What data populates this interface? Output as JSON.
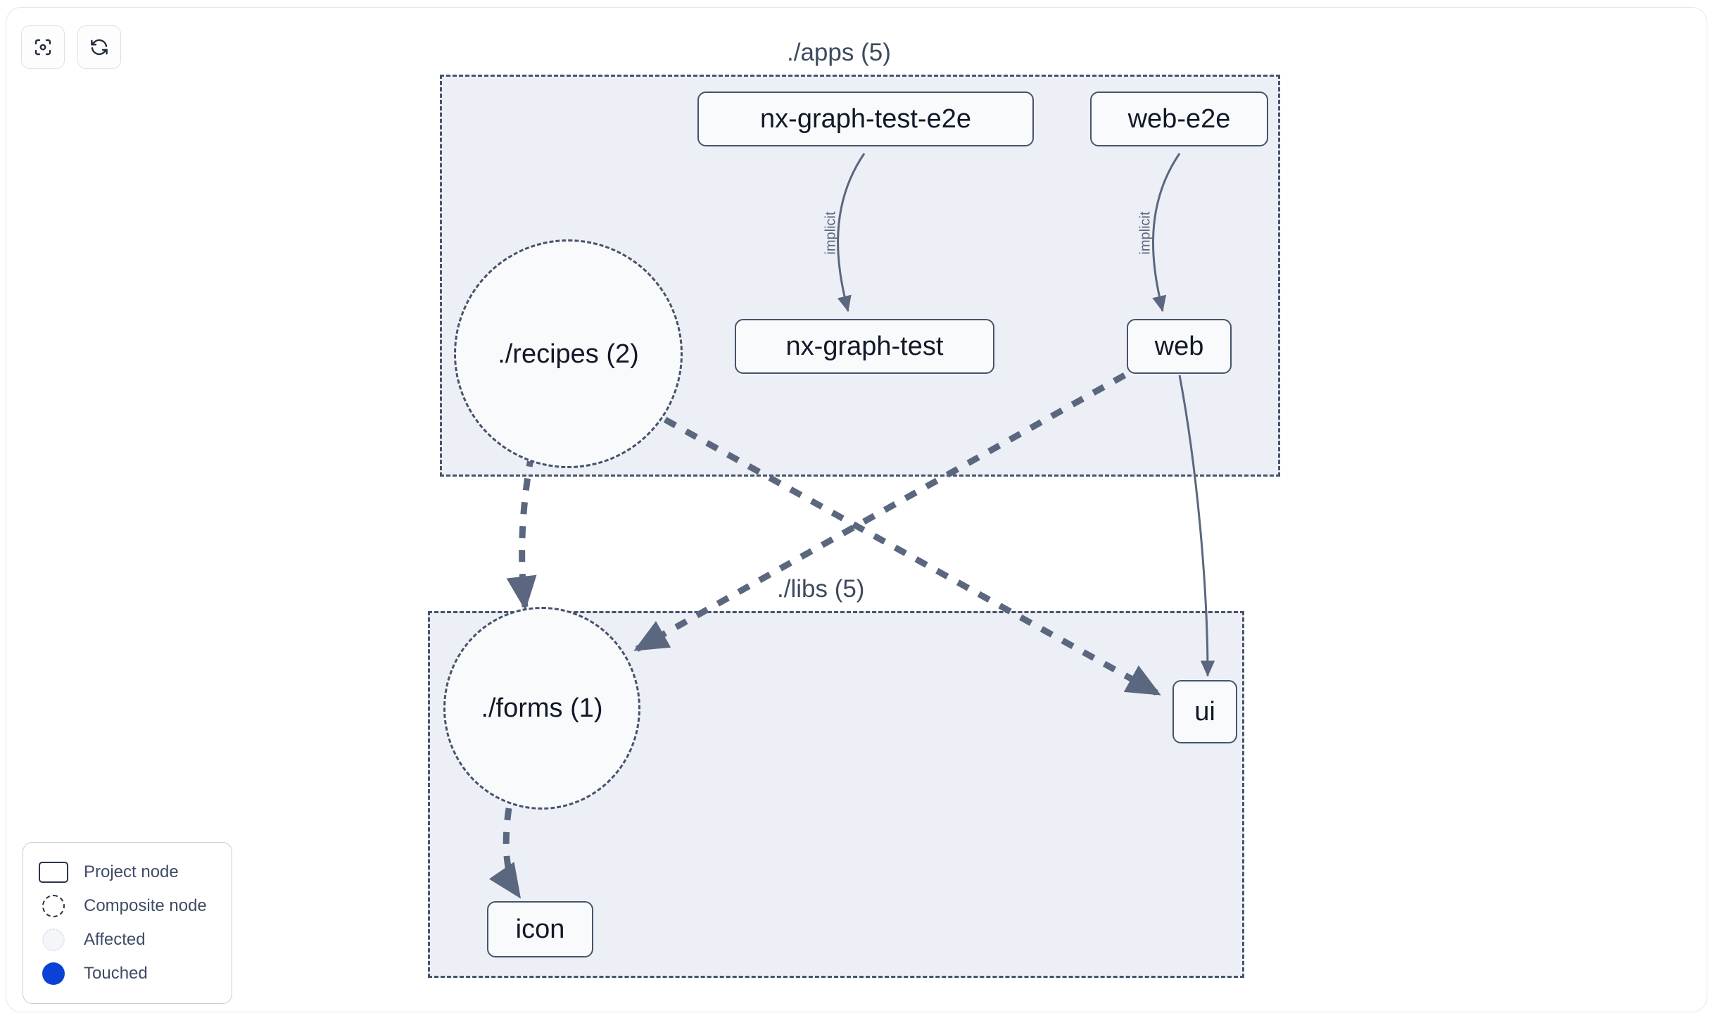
{
  "toolbar": {
    "buttons": [
      {
        "name": "focus-graph-button",
        "icon": "focus-target-icon",
        "title": "Focus graph"
      },
      {
        "name": "refresh-graph-button",
        "icon": "refresh-icon",
        "title": "Refresh graph"
      }
    ]
  },
  "graph": {
    "groups": [
      {
        "id": "apps",
        "label": "./apps (5)"
      },
      {
        "id": "libs",
        "label": "./libs (5)"
      }
    ],
    "nodes": [
      {
        "id": "nx-graph-test-e2e",
        "label": "nx-graph-test-e2e",
        "type": "project",
        "group": "apps"
      },
      {
        "id": "web-e2e",
        "label": "web-e2e",
        "type": "project",
        "group": "apps"
      },
      {
        "id": "nx-graph-test",
        "label": "nx-graph-test",
        "type": "project",
        "group": "apps"
      },
      {
        "id": "web",
        "label": "web",
        "type": "project",
        "group": "apps"
      },
      {
        "id": "recipes",
        "label": "./recipes (2)",
        "type": "composite",
        "group": "apps"
      },
      {
        "id": "forms",
        "label": "./forms (1)",
        "type": "composite",
        "group": "libs"
      },
      {
        "id": "ui",
        "label": "ui",
        "type": "project",
        "group": "libs"
      },
      {
        "id": "icon",
        "label": "icon",
        "type": "project",
        "group": "libs"
      }
    ],
    "edges": [
      {
        "from": "nx-graph-test-e2e",
        "to": "nx-graph-test",
        "label": "implicit",
        "style": "solid"
      },
      {
        "from": "web-e2e",
        "to": "web",
        "label": "implicit",
        "style": "solid"
      },
      {
        "from": "web",
        "to": "ui",
        "label": "",
        "style": "solid"
      },
      {
        "from": "recipes",
        "to": "forms",
        "label": "",
        "style": "dashed"
      },
      {
        "from": "recipes",
        "to": "ui",
        "label": "",
        "style": "dashed"
      },
      {
        "from": "web",
        "to": "forms",
        "label": "",
        "style": "dashed"
      },
      {
        "from": "forms",
        "to": "icon",
        "label": "",
        "style": "dashed"
      }
    ]
  },
  "legend": {
    "items": [
      {
        "label": "Project node",
        "swatch": "project"
      },
      {
        "label": "Composite node",
        "swatch": "composite"
      },
      {
        "label": "Affected",
        "swatch": "affected"
      },
      {
        "label": "Touched",
        "swatch": "touched"
      }
    ]
  },
  "colors": {
    "node_border": "#46536b",
    "node_fill": "#f8fafc",
    "group_fill": "#eceff5",
    "edge": "#5b677e",
    "touched": "#0b41d6",
    "text": "#111827"
  }
}
